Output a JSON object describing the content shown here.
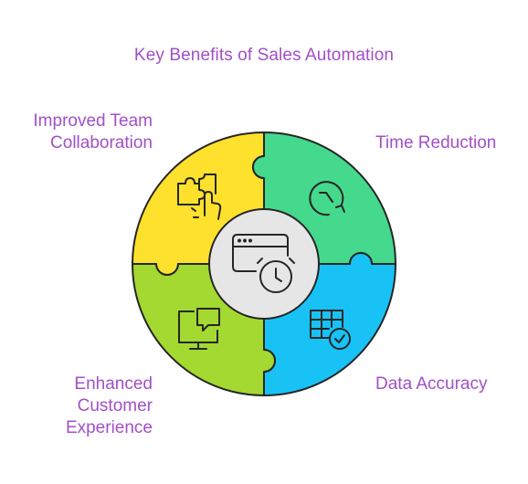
{
  "title": "Key Benefits of Sales Automation",
  "segments": [
    {
      "label": "Improved Team\nCollaboration",
      "color": "#fde12d",
      "icon": "puzzle-hand-icon",
      "position": "top-left"
    },
    {
      "label": "Time Reduction",
      "color": "#44d98c",
      "icon": "clock-arrow-icon",
      "position": "top-right"
    },
    {
      "label": "Enhanced\nCustomer\nExperience",
      "color": "#a3d930",
      "icon": "monitor-chat-icon",
      "position": "bottom-left"
    },
    {
      "label": "Data Accuracy",
      "color": "#18c2f5",
      "icon": "table-check-icon",
      "position": "bottom-right"
    }
  ],
  "center": {
    "icon": "browser-clock-icon",
    "color": "#e6e6e6"
  },
  "colors": {
    "text": "#a24fc6",
    "outline": "#262626"
  }
}
